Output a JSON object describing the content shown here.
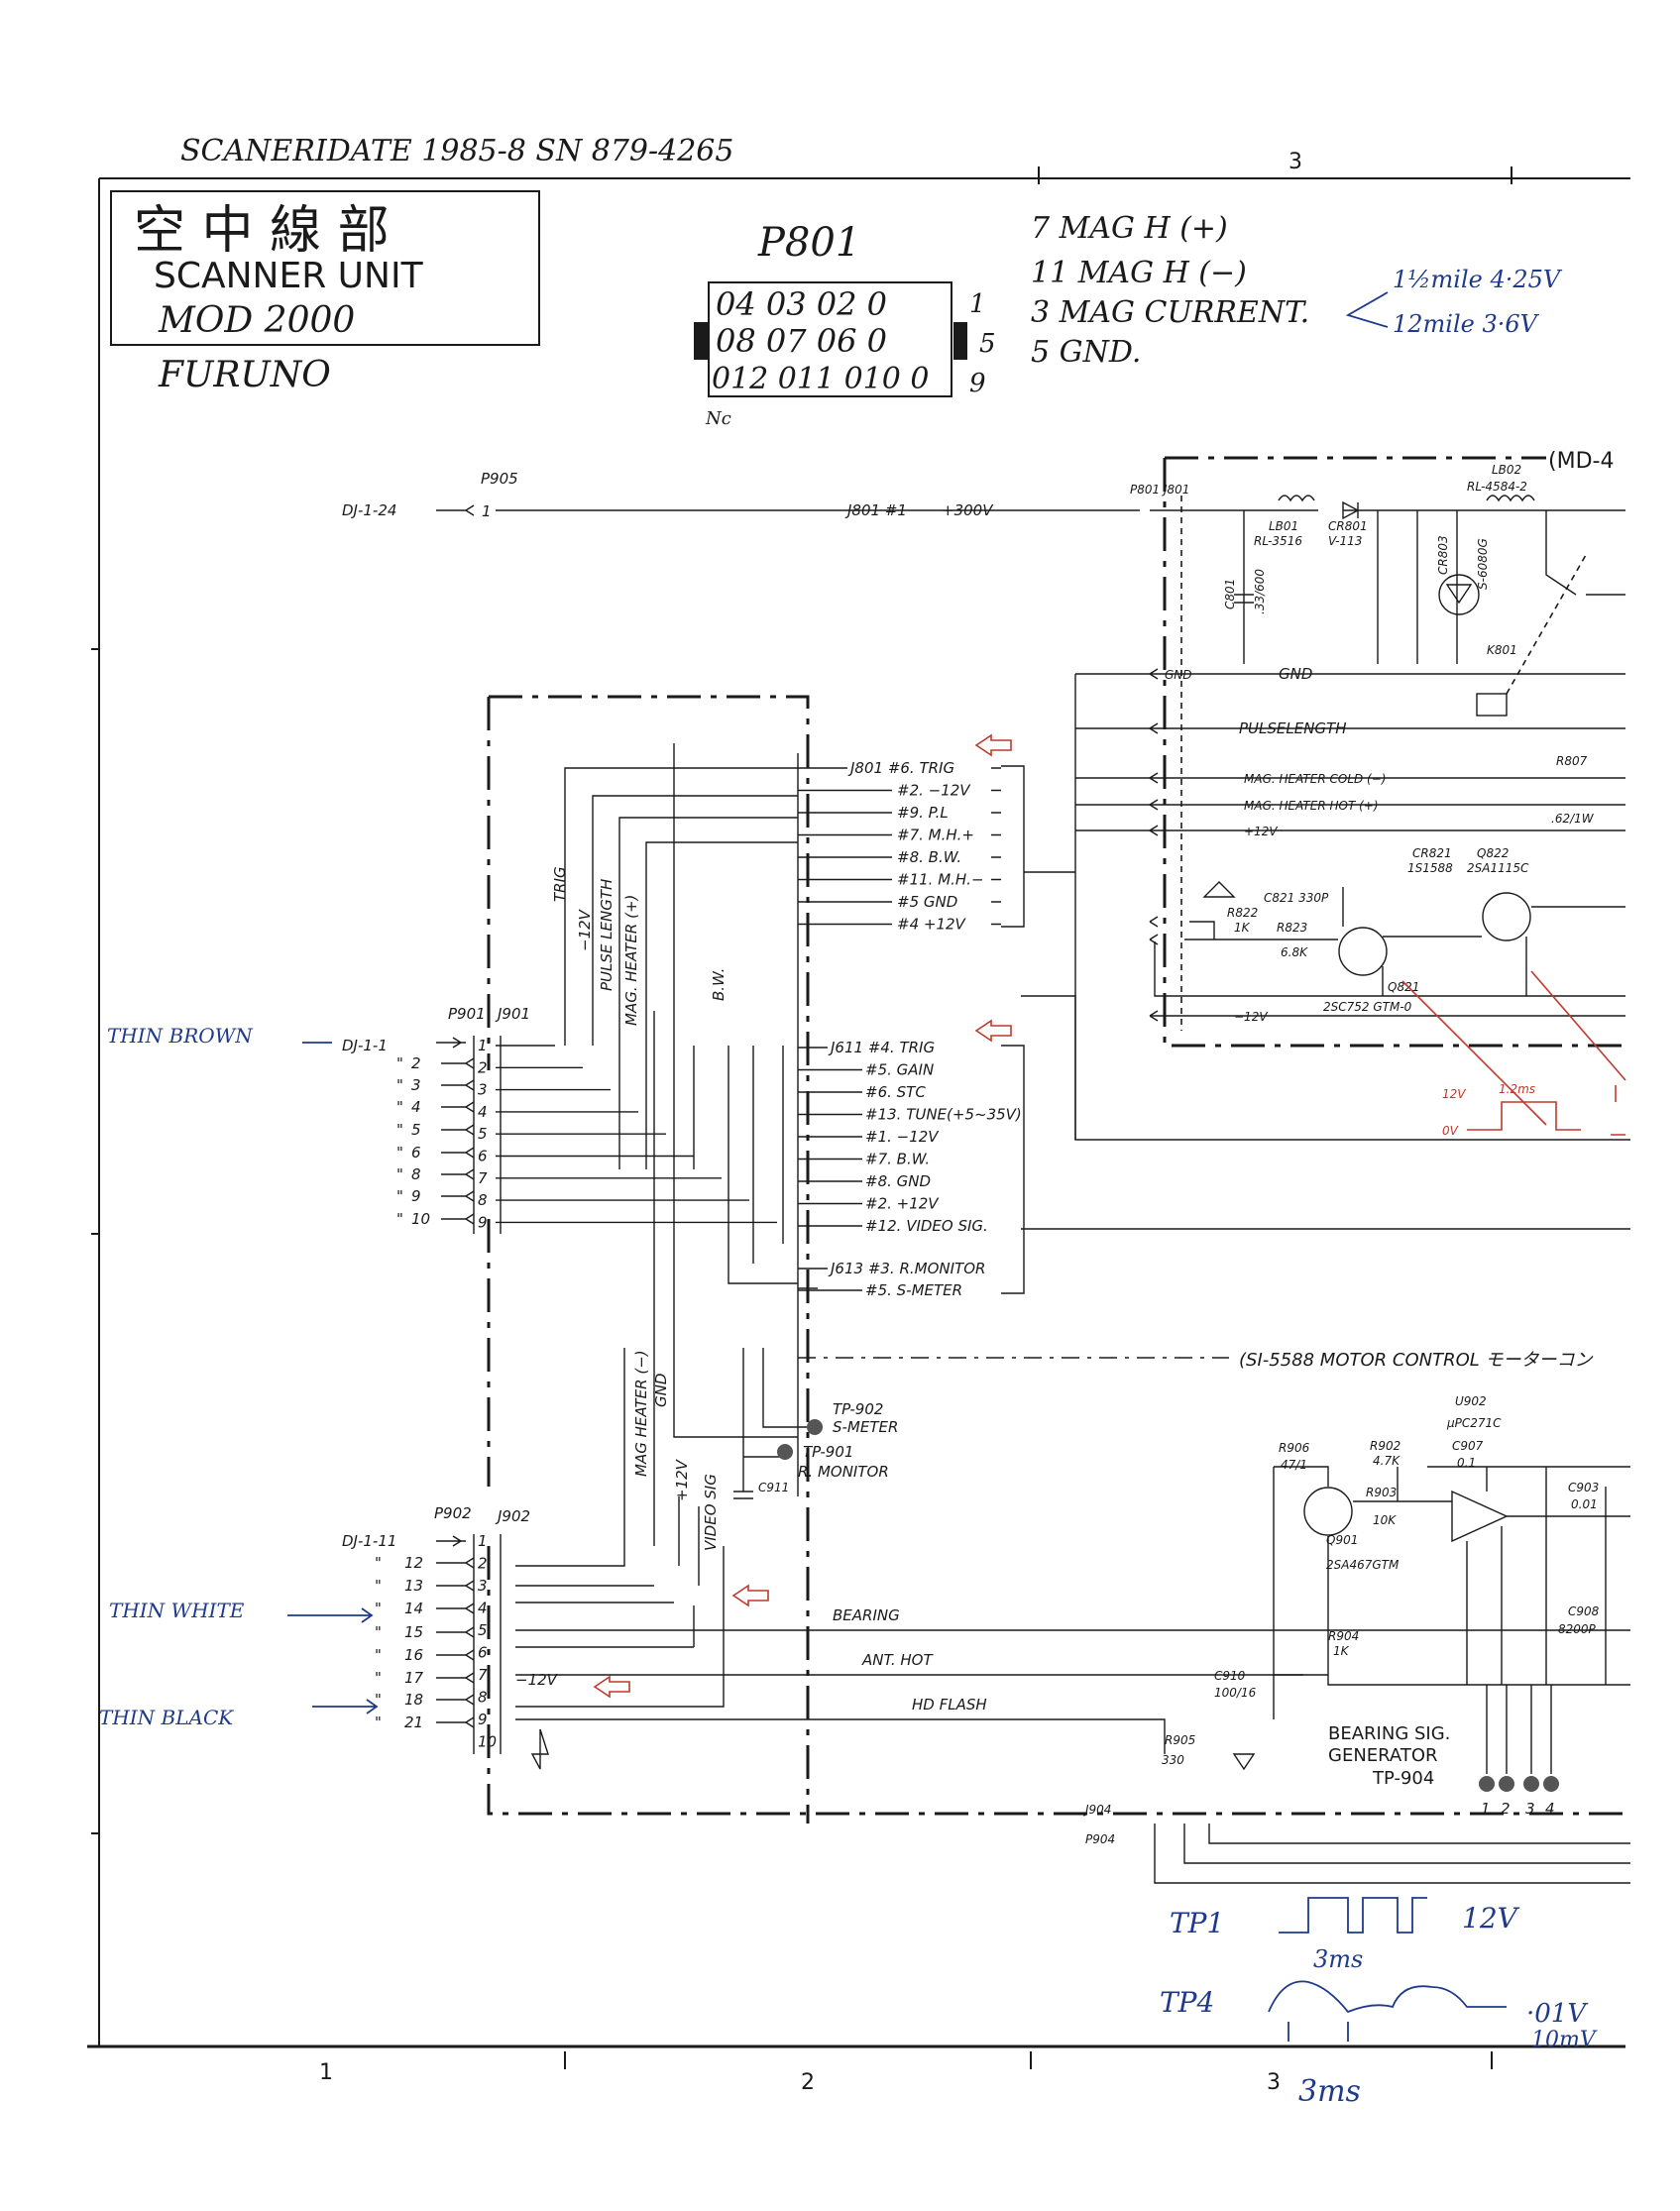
{
  "header": {
    "handwritten_title": "SCANERIDATE 1985-8   SN 879-4265",
    "zone_top": "3",
    "kanji": "空 中 線 部",
    "unit_name": "SCANNER UNIT",
    "model": "MOD 2000",
    "maker": "FURUNO"
  },
  "p801": {
    "title": "P801",
    "row1": "04 03 02 0",
    "row2": "08 07 06 0",
    "row3": "012 011 010 0",
    "pin_1": "1",
    "pin_5": "5",
    "pin_9": "9",
    "nc": "Nc"
  },
  "p801_notes": {
    "line1": "7  MAG H (+)",
    "line2": "11  MAG H (−)",
    "line3": "3  MAG CURRENT.",
    "line4": "5  GND.",
    "range1": "1½mile  4·25V",
    "range2": "12mile  3·6V"
  },
  "top_section": {
    "p905": "P905",
    "dj_1_24": "DJ-1-24",
    "p905_pin": "1",
    "j801_1": "J801 #1",
    "v300": "+300V",
    "md4": "(MD-4",
    "p801_j801": "P801 J801",
    "lb801": "LB01",
    "lb801_part": "RL-3516",
    "cr801": "CR801",
    "cr801_part": "V-113",
    "lb802": "LB02",
    "lb802_part": "RL-4584-2",
    "cr803": "CR803",
    "cr803_part": "S-6080G",
    "c801": "C801",
    "c801_val": ".33/600",
    "k801": "K801",
    "gnd": "GND",
    "pulselength": "PULSELENGTH",
    "mag_heater_cold": "MAG. HEATER COLD (−)",
    "mag_heater_hot": "MAG. HEATER HOT (+)",
    "plus12": "+12V",
    "minus12": "−12V",
    "r807": "R807",
    "r807_val": ".62/1W",
    "q821": "Q821",
    "q821_part": "2SC752 GTM-0",
    "q822": "Q822",
    "q822_part": "2SA1115C",
    "cr821": "CR821",
    "cr821_part": "1S1588",
    "c821": "C821 330P",
    "r822": "R822",
    "r822_val": "1K",
    "r823": "R823",
    "r823_val": "6.8K",
    "pulse_12v": "12V",
    "pulse_0v": "0V",
    "pulse_width": "1.2ms"
  },
  "j801_list": [
    "J801 #6. TRIG",
    "#2. −12V",
    "#9. P.L",
    "#7. M.H.+",
    "#8. B.W.",
    "#11. M.H.−",
    "#5 GND",
    "#4 +12V"
  ],
  "j611_list": [
    "J611 #4. TRIG",
    "#5. GAIN",
    "#6. STC",
    "#13. TUNE(+5~35V)",
    "#1. −12V",
    "#7. B.W.",
    "#8. GND",
    "#2. +12V",
    "#12. VIDEO SIG."
  ],
  "j613_list": [
    "J613 #3. R.MONITOR",
    "#5. S-METER"
  ],
  "vertical_labels": {
    "trig": "TRIG",
    "minus12": "−12V",
    "pulse_length": "PULSE LENGTH",
    "mag_heater_plus": "MAG. HEATER (+)",
    "bw": "B.W.",
    "mag_heater_minus": "MAG HEATER (−)",
    "gnd": "GND",
    "plus12": "+12V",
    "video_sig": "VIDEO SIG"
  },
  "p901": {
    "title": "P901",
    "jack": "J901",
    "first": "DJ-1-1",
    "pins": [
      "2",
      "3",
      "4",
      "5",
      "6",
      "8",
      "9",
      "10"
    ],
    "jack_pins": [
      "1",
      "2",
      "3",
      "4",
      "5",
      "6",
      "7",
      "8",
      "9"
    ],
    "note_brown": "THIN BROWN"
  },
  "p902": {
    "title": "P902",
    "jack": "J902",
    "first": "DJ-1-11",
    "pins": [
      "12",
      "13",
      "14",
      "15",
      "16",
      "17",
      "18",
      "21"
    ],
    "jack_pins": [
      "1",
      "2",
      "3",
      "4",
      "5",
      "6",
      "7",
      "8",
      "9",
      "10"
    ],
    "minus12": "−12V",
    "note_white": "THIN WHITE",
    "note_black": "THIN BLACK"
  },
  "signals": {
    "bearing": "BEARING",
    "ant_hot": "ANT. HOT",
    "hd_flash": "HD FLASH",
    "motor_control": "(SI-5588 MOTOR CONTROL モーターコン",
    "tp902": "TP-902",
    "s_meter": "S-METER",
    "tp901": "TP-901",
    "r_monitor": "R. MONITOR",
    "c911": "C911"
  },
  "bearing_section": {
    "u902": "U902",
    "u902_part": "μPC271C",
    "r906": "R906",
    "r906_val": "47/1",
    "r902": "R902",
    "r902_val": "4.7K",
    "r903": "R903",
    "r903_val": "10K",
    "c907": "C907",
    "c907_val": "0.1",
    "q901": "Q901",
    "q901_part": "2SA467GTM",
    "r904": "R904",
    "r904_val": "1K",
    "c910": "C910",
    "c910_val": "100/16",
    "c903": "C903",
    "c903_val": "0.01",
    "c908": "C908",
    "c908_val": "8200P",
    "r905": "R905",
    "r905_val": "330",
    "gen1": "BEARING SIG.",
    "gen2": "GENERATOR",
    "tp904": "TP-904",
    "tp_nums": [
      "1",
      "2",
      "3",
      "4"
    ],
    "j904": "J904",
    "p904": "P904"
  },
  "waveforms": {
    "tp1": "TP1",
    "tp1_level": "12V",
    "tp1_period": "3ms",
    "tp4": "TP4",
    "tp4_level": "·01V",
    "tp4_level2": "10mV",
    "tp4_period": "3ms"
  },
  "footer": {
    "zones": [
      "1",
      "2",
      "3"
    ]
  }
}
